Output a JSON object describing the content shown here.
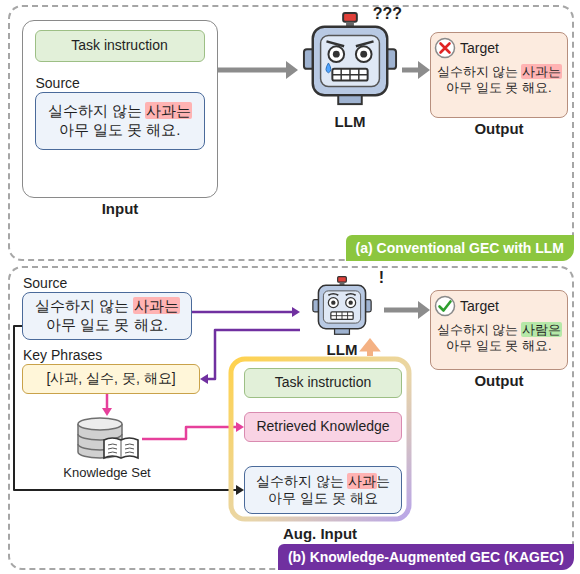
{
  "diagram": {
    "nodes": [
      {
        "text": [
          "(a) Conventional GEC with LLM"
        ]
      },
      {
        "text": [
          "Input"
        ],
        "in": 0
      },
      {
        "text": [
          "Task instruction"
        ],
        "in": 1
      },
      {
        "text": [
          "Source",
          "실수하지 않는 사과는 아무 일도 못 해요."
        ],
        "in": 1
      },
      {
        "text": [
          "???",
          "LLM"
        ],
        "in": 0
      },
      {
        "text": [
          "Target",
          "실수하지 않는 사과는 아무 일도 못 해요.",
          "Output"
        ],
        "in": 0
      },
      {
        "text": [
          "(b) Knowledge-Augmented GEC (KAGEC)"
        ]
      },
      {
        "text": [
          "Source",
          "실수하지 않는 사과는 아무 일도 못 해요."
        ],
        "in": 6
      },
      {
        "text": [
          "!",
          "LLM"
        ],
        "in": 6
      },
      {
        "text": [
          "Target",
          "실수하지 않는 사람은 아무 일도 못 해요.",
          "Output"
        ],
        "in": 6
      },
      {
        "text": [
          "Key Phrases",
          "[사과, 실수, 못, 해요]"
        ],
        "in": 6
      },
      {
        "text": [
          "Knowledge Set"
        ],
        "in": 6
      },
      {
        "text": [
          "Aug. Input"
        ],
        "in": 6
      },
      {
        "text": [
          "Task instruction"
        ],
        "in": 12
      },
      {
        "text": [
          "Retrieved Knowledge"
        ],
        "in": 12
      },
      {
        "text": [
          "실수하지 않는 사과는 아무 일도 못 해요"
        ],
        "in": 12
      }
    ],
    "edges": [
      {
        "from": 1,
        "to": 4,
        "arrow": "to"
      },
      {
        "from": 4,
        "to": 5,
        "arrow": "to"
      },
      {
        "from": 7,
        "to": 8,
        "arrow": "to"
      },
      {
        "from": 8,
        "to": 10,
        "arrow": "to"
      },
      {
        "from": 10,
        "to": 11,
        "arrow": "to"
      },
      {
        "from": 11,
        "to": 14,
        "arrow": "to"
      },
      {
        "from": 7,
        "to": 15,
        "arrow": "to"
      },
      {
        "from": 12,
        "to": 8,
        "arrow": "to"
      },
      {
        "from": 8,
        "to": 9,
        "arrow": "to"
      }
    ]
  }
}
